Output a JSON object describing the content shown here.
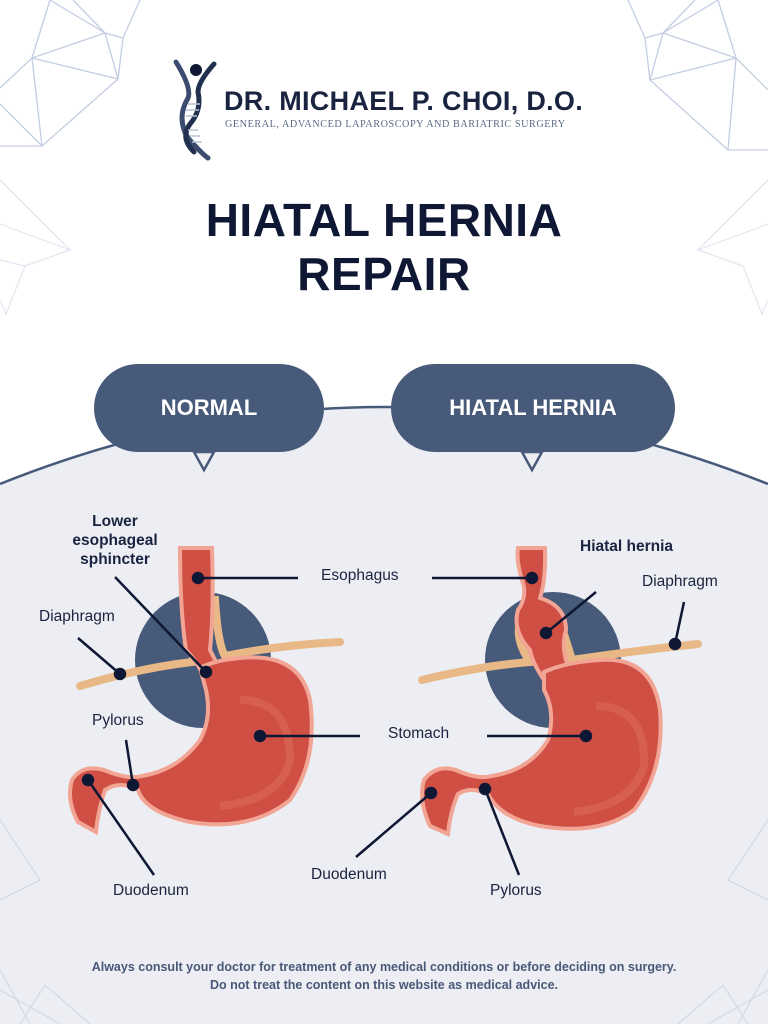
{
  "header": {
    "logo_icon": "dna-figure-icon",
    "name": "DR. MICHAEL P. CHOI, D.O.",
    "subtitle": "GENERAL, ADVANCED LAPAROSCOPY AND BARIATRIC SURGERY"
  },
  "title": {
    "line1": "HIATAL HERNIA",
    "line2": "REPAIR"
  },
  "panels": {
    "normal": {
      "badge": "NORMAL",
      "labels": {
        "les": "Lower esophageal sphincter",
        "les_lines": [
          "Lower",
          "esophageal",
          "sphincter"
        ],
        "diaphragm": "Diaphragm",
        "pylorus": "Pylorus",
        "duodenum": "Duodenum"
      }
    },
    "hernia": {
      "badge": "HIATAL HERNIA",
      "labels": {
        "hiatal_hernia": "Hiatal hernia",
        "diaphragm": "Diaphragm",
        "duodenum": "Duodenum",
        "pylorus": "Pylorus"
      }
    },
    "shared_labels": {
      "esophagus": "Esophagus",
      "stomach": "Stomach"
    }
  },
  "colors": {
    "navy": "#0e1733",
    "slate": "#485a7a",
    "panel_bg": "#eceef3",
    "stomach": "#cf4f45",
    "stomach_lining": "#f2a595",
    "diaphragm": "#e8b887",
    "pointer": "#0e1733"
  },
  "disclaimer": {
    "line1": "Always consult your doctor for treatment of any medical conditions or before deciding on surgery.",
    "line2": "Do not treat the content on this website as medical advice."
  }
}
